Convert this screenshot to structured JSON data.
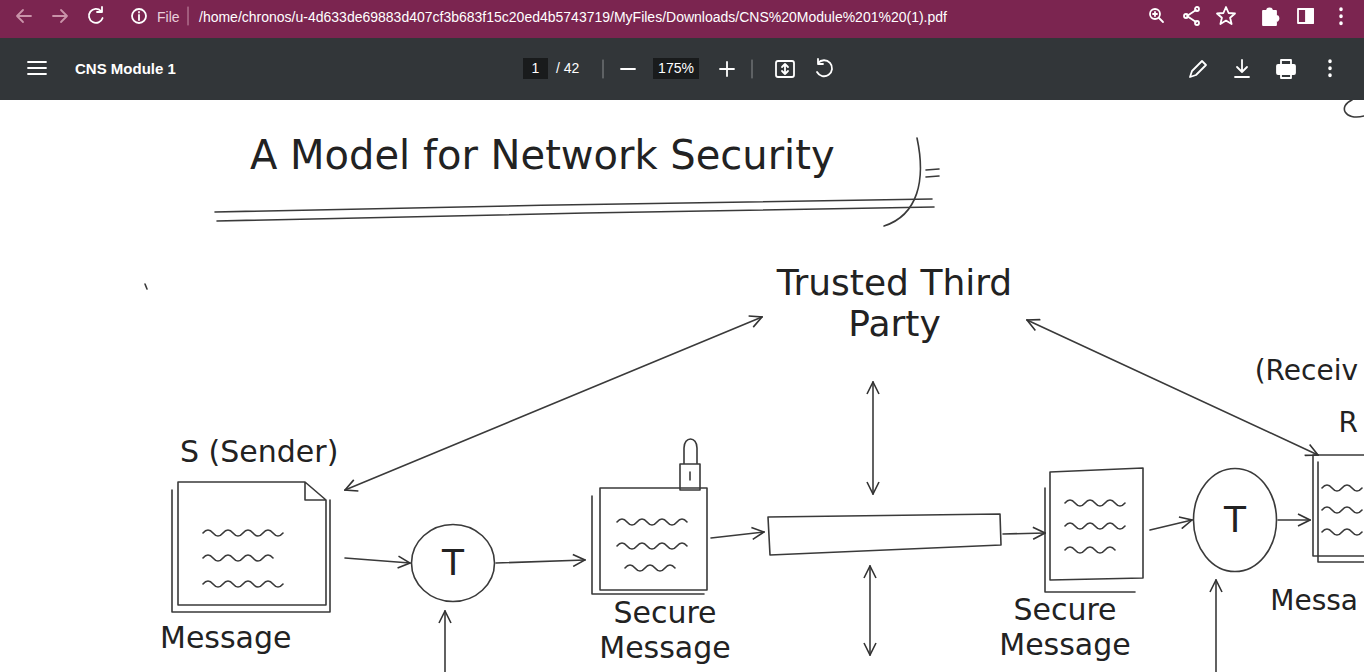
{
  "diagram": {
    "title": "A Model for Network Security",
    "nodes": [
      {
        "text": [
          "Trusted Third Party"
        ]
      },
      {
        "text": [
          "S (Sender)",
          "Message"
        ]
      },
      {
        "text": [
          "T"
        ]
      },
      {
        "text": [
          "Secure Message"
        ]
      },
      {
        "text": [
          "Secure Message"
        ]
      },
      {
        "text": [
          "T"
        ]
      },
      {
        "text": [
          "(Receiv",
          "R",
          "Messa"
        ]
      }
    ],
    "edges": [
      {
        "from": 0,
        "to": 1,
        "arrow": "both"
      },
      {
        "from": 0,
        "to": 6,
        "arrow": "both"
      },
      {
        "from": 1,
        "to": 2,
        "arrow": "to"
      },
      {
        "from": 2,
        "to": 3,
        "arrow": "to"
      },
      {
        "from": 4,
        "to": 5,
        "arrow": "to"
      },
      {
        "from": 5,
        "to": 6,
        "arrow": "to"
      }
    ],
    "labels": [
      "File",
      "/home/chronos/u-4d633de69883d407cf3b683f15c20ed4b5743719/MyFiles/Downloads/CNS%20Module%201%20(1).pdf",
      "CNS Module 1",
      "1",
      "/ 42",
      "175%"
    ]
  }
}
